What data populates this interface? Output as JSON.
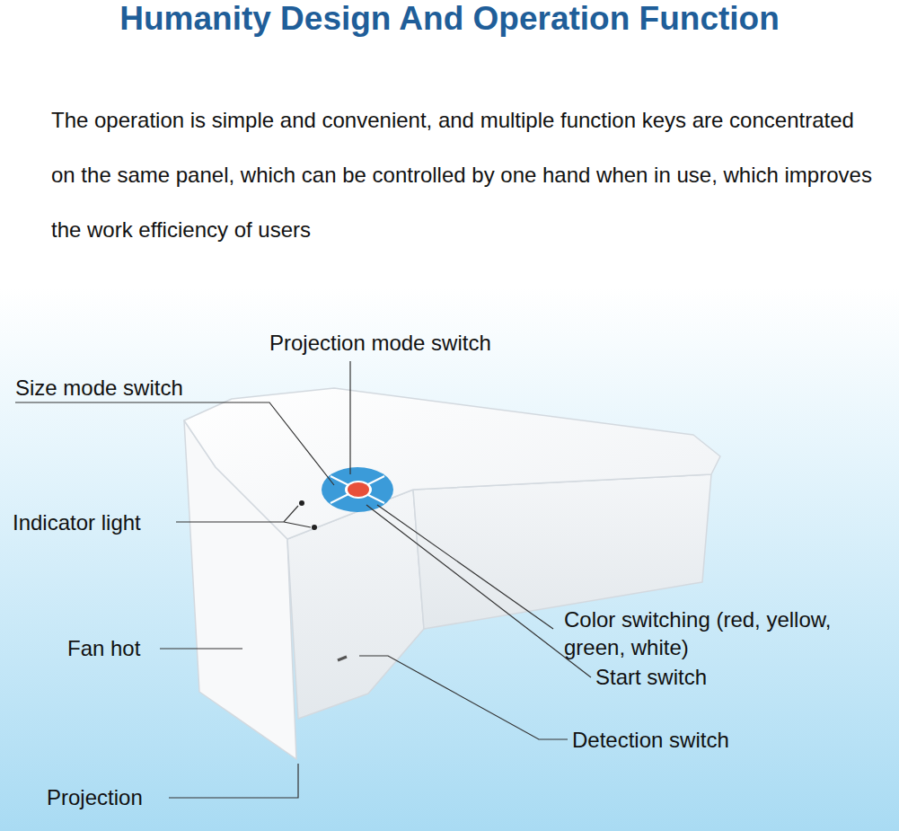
{
  "diagram": {
    "title": "Humanity Design And Operation Function",
    "labels": [
      "The operation is simple and convenient, and multiple function keys are concentrated on the same panel, which can be controlled by one hand when in use, which improves the work efficiency of users",
      "Projection mode switch",
      "Size mode switch",
      "Indicator light",
      "Fan hot",
      "Color switching (red, yellow, green, white)",
      "Start switch",
      "Detection switch",
      "Projection"
    ]
  }
}
